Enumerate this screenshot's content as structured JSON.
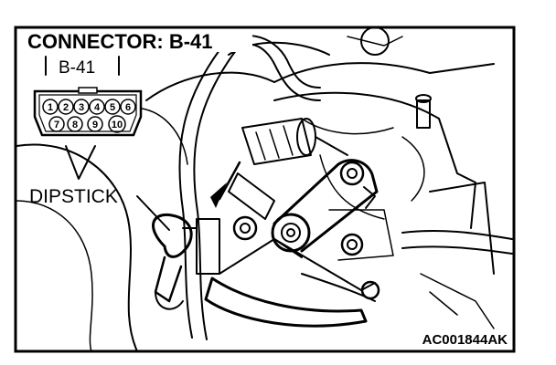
{
  "figure": {
    "title": "CONNECTOR: B-41",
    "connector_label": "B-41",
    "pins_top": [
      "1",
      "2",
      "3",
      "4",
      "5",
      "6"
    ],
    "pins_bottom": [
      "7",
      "8",
      "9",
      "10"
    ],
    "dipstick_label": "DIPSTICK",
    "figure_code": "AC001844AK"
  }
}
